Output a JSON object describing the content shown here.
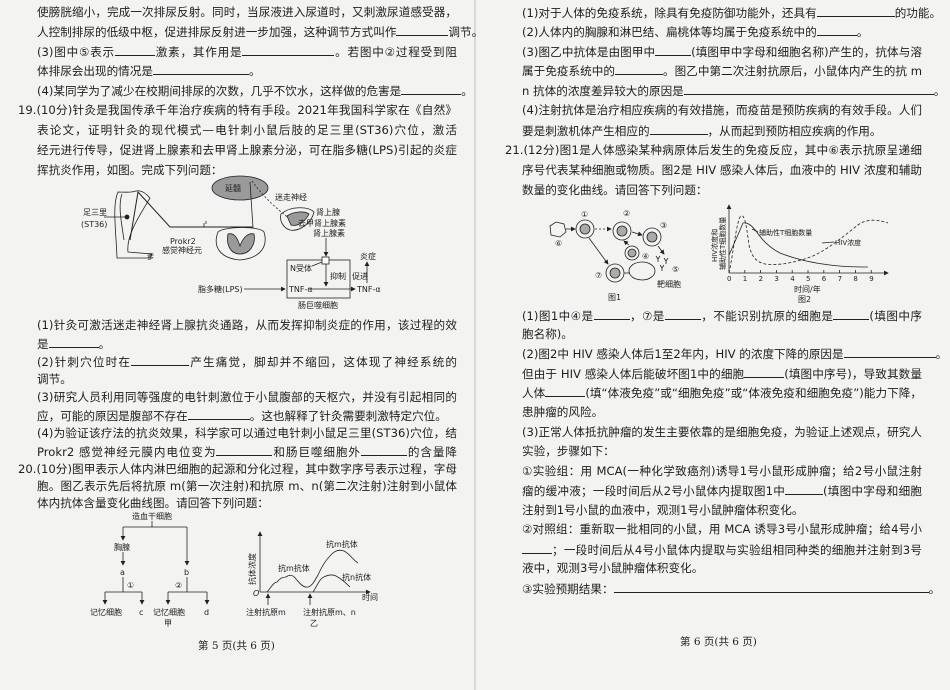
{
  "left_column": {
    "lines": [
      [
        "使膀胱缩小，完成一次排尿反射。同时，当尿液进入尿道时，又刺激尿道感受器，冲动再次传"
      ],
      [
        "人控制排尿的低级中枢，促进排尿反射进一步加强，这种调节方式叫作",
        null,
        "调节。"
      ],
      [
        "(3)图中⑤表示",
        null,
        "激素，其作用是",
        null,
        "。若图中②过程受到阻碍，人"
      ],
      [
        "体排尿会出现的情况是",
        null,
        "。"
      ],
      [
        "(4)某同学为了减少在校期间排尿的次数，几乎不饮水，这样做的危害是",
        null,
        "。"
      ],
      [
        "19.(10分)针灸是我国传承千年治疗疾病的特有手段。2021年我国科学家在《自然》杂志上发"
      ],
      [
        "表论文，证明针灸的现代模式—电针刺小鼠后肢的足三里(ST36)穴位，激活 Prokr2 感觉神"
      ],
      [
        "经元进行传导，促进肾上腺素和去甲肾上腺素分泌，可在脂多糖(LPS)引起的炎症反应中发"
      ],
      [
        "挥抗炎作用，如图。完成下列问题："
      ],
      [
        "(1)针灸可激活迷走神经肾上腺抗炎通路，从而发挥抑制炎症的作用，该过程的效应器"
      ],
      [
        "是",
        null,
        "。"
      ],
      [
        "(2)针刺穴位时在",
        null,
        "产生痛觉，脚却并不缩回，这体现了神经系统的",
        null
      ],
      [
        "调节。"
      ],
      [
        "(3)研究人员利用同等强度的电针刺激位于小鼠腹部的天枢穴，并没有引起相同的抗炎反"
      ],
      [
        "应，可能的原因是腹部不存在",
        null,
        "。这也解释了针灸需要刺激特定穴位。"
      ],
      [
        "(4)为验证该疗法的抗炎效果，科学家可以通过电针刺小鼠足三里(ST36)穴位，结果检测到"
      ],
      [
        "Prokr2 感觉神经元膜内电位变为",
        null,
        "和肠巨噬细胞外",
        null,
        "的含量降低。"
      ],
      [
        "20.(10分)图甲表示人体内淋巴细胞的起源和分化过程，其中数字序号表示过程，字母表示细"
      ],
      [
        "胞。图乙表示先后将抗原 m(第一次注射)和抗原 m、n(第二次注射)注射到小鼠体内，小鼠"
      ],
      [
        "体内抗体含量变化曲线图。请回答下列问题："
      ]
    ],
    "footer": "第 5 页(共 6 页)"
  },
  "right_column": {
    "lines": [
      [
        "(1)对于人体的免疫系统，除具有免疫防御功能外，还具有",
        null,
        "的功能。"
      ],
      [
        "(2)人体内的胸腺和淋巴结、扁桃体等均属于免疫系统中的",
        null,
        "。"
      ],
      [
        "(3)图乙中抗体是由图甲中",
        null,
        "(填图甲中字母和细胞名称)产生的，抗体与溶菌酶等均"
      ],
      [
        "属于免疫系统中的",
        null,
        "。图乙中第二次注射抗原后，小鼠体内产生的抗 m 抗体和抗"
      ],
      [
        "n 抗体的浓度差异较大的原因是",
        null,
        "。"
      ],
      [
        "(4)注射抗体是治疗相应疾病的有效措施，而疫苗是预防疾病的有效手段。人们接种疫苗主"
      ],
      [
        "要是刺激机体产生相应的",
        null,
        "，从而起到预防相应疾病的作用。"
      ],
      [
        "21.(12分)图1是人体感染某种病原体后发生的免疫反应，其中⑥表示抗原呈递细胞，其他数字"
      ],
      [
        "序号代表某种细胞或物质。图2是 HIV 感染人体后，血液中的 HIV 浓度和辅助性 T 细胞"
      ],
      [
        "数量的变化曲线。请回答下列问题："
      ],
      [
        "(1)图1中④是",
        null,
        "，⑦是",
        null,
        "，不能识别抗原的细胞是",
        null,
        "(填图中序号和细"
      ],
      [
        "胞名称)。"
      ],
      [
        "(2)图2中 HIV 感染人体后1至2年内，HIV 的浓度下降的原因是",
        null,
        "。"
      ],
      [
        "但由于 HIV 感染人体后能破坏图1中的细胞",
        null,
        "(填图中序号)，导致其数量减少，使"
      ],
      [
        "人体",
        null,
        "(填“体液免疫”或“细胞免疫”或“体液免疫和细胞免疫”)能力下降，增加人体"
      ],
      [
        "患肿瘤的风险。"
      ],
      [
        "(3)正常人体抵抗肿瘤的发生主要依靠的是细胞免疫，为验证上述观点，研究人员进行相关"
      ],
      [
        "实验，步骤如下："
      ],
      [
        "①实验组：用 MCA(一种化学致癌剂)诱导1号小鼠形成肿瘤；给2号小鼠注射含有灭活肿"
      ],
      [
        "瘤的缓冲液；一段时间后从2号小鼠体内提取图1中",
        null,
        "(填图中字母和细胞名称)并"
      ],
      [
        "注射到1号小鼠的血液中，观测1号小鼠肿瘤体积变化。"
      ],
      [
        "②对照组：重新取一批相同的小鼠，用 MCA 诱导3号小鼠形成肿瘤；给4号小鼠注射",
        null
      ],
      [
        null,
        "；一段时间后从4号小鼠体内提取与实验组相同种类的细胞并注射到3号小鼠的血"
      ],
      [
        "液中，观测3号小鼠肿瘤体积变化。"
      ],
      [
        "③实验预期结果：",
        null,
        "。"
      ]
    ],
    "footer": "第 6 页(共 6 页)"
  },
  "fig19": {
    "st36": "足三里",
    "st36_code": "(ST36)",
    "medulla": "延髓",
    "vagus": "迷走神经",
    "adrenal": "肾上腺",
    "norepinephrine": "去甲肾上腺素",
    "epinephrine": "肾上腺素",
    "prokr2": "Prokr2",
    "sensory_neuron": "感觉神经元",
    "foot_mark": "爹",
    "n_receptor": "N受体",
    "inhibit": "抑制",
    "promote": "促进",
    "inflammation": "炎症",
    "tnf_in": "TNF-α",
    "tnf_out": "TNF-α",
    "lps": "脂多糖(LPS)",
    "macrophage": "肠巨噬细胞"
  },
  "fig20_jia": {
    "stem_cell": "造血干细胞",
    "thymus": "胸腺",
    "a": "a",
    "b": "b",
    "step1": "①",
    "step2": "②",
    "memory1": "记忆细胞",
    "c": "c",
    "memory2": "记忆细胞",
    "d": "d",
    "caption": "甲"
  },
  "fig20_yi": {
    "ylabel": "抗体浓度",
    "xlabel": "时间",
    "origin": "O",
    "anti_m_1": "抗m抗体",
    "anti_m_2": "抗m抗体",
    "anti_n": "抗n抗体",
    "inject_m": "注射抗原m",
    "inject_mn": "注射抗原m、n",
    "caption": "乙"
  },
  "fig21_1": {
    "c1": "①",
    "c2": "②",
    "c3": "③",
    "c4": "④",
    "c5": "⑤",
    "c6": "⑥",
    "c7": "⑦",
    "target_cell": "靶细胞",
    "caption": "图1"
  },
  "fig21_2": {
    "ylabel_1": "HIV浓度和",
    "ylabel_2": "辅助性T细胞数量",
    "xlabel": "时间/年",
    "xticks": [
      "0",
      "1",
      "2",
      "3",
      "4",
      "5",
      "6",
      "7",
      "8",
      "9"
    ],
    "t_cell_label": "辅助性T细胞数量",
    "hiv_label": "HIV浓度",
    "caption": "图2"
  }
}
